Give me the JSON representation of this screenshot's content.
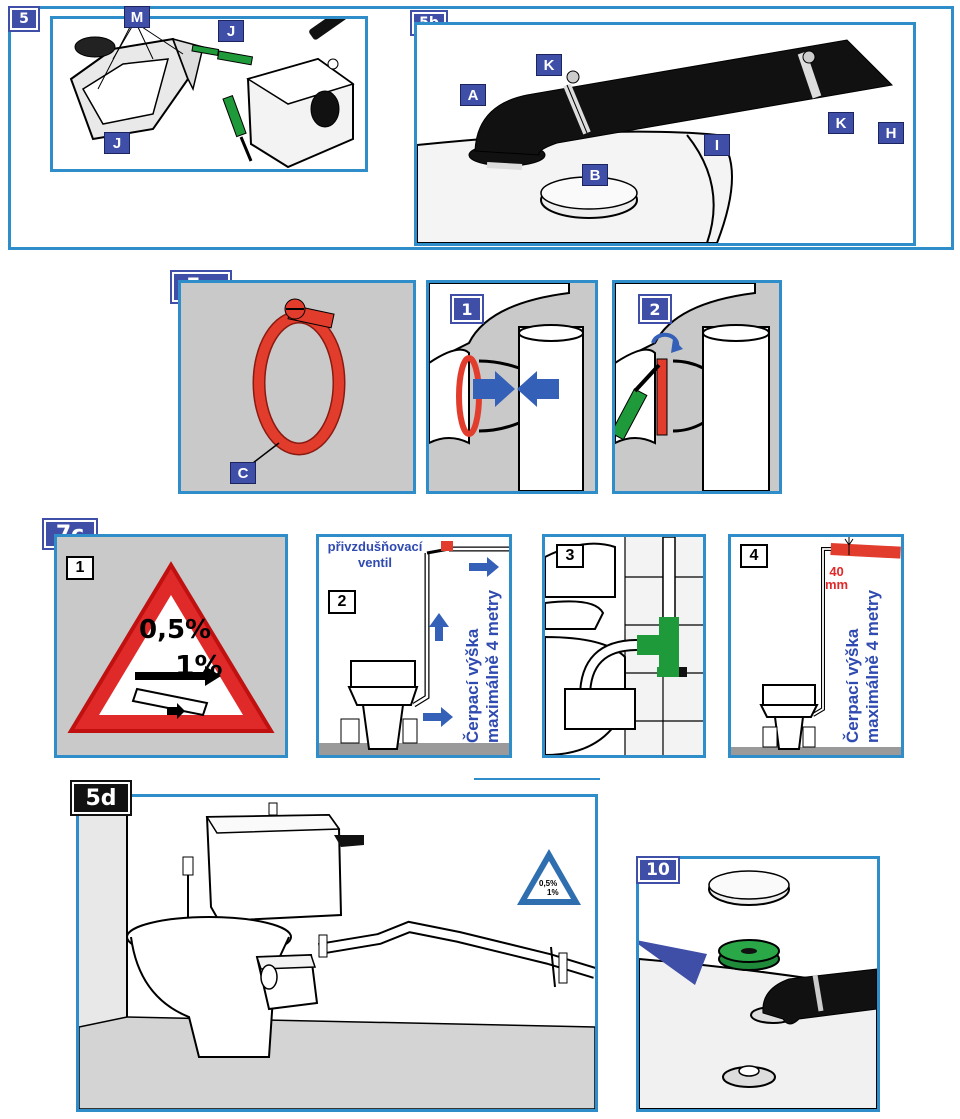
{
  "fig5": {
    "tag": "5",
    "labels": {
      "m": "M",
      "j1": "J",
      "j2": "J"
    }
  },
  "fig5b": {
    "tag": "5b",
    "labels": {
      "a": "A",
      "k1": "K",
      "k2": "K",
      "i": "I",
      "h": "H",
      "b": "B"
    }
  },
  "fig5a": {
    "tag": "5a",
    "label_c": "C",
    "step1": "1",
    "step2": "2"
  },
  "fig7c": {
    "tag": "7c",
    "panel1": {
      "num": "1",
      "slope_min": "0,5%",
      "slope_max": "1%"
    },
    "panel2": {
      "num": "2",
      "valve_label_line1": "přivzdušňovací",
      "valve_label_line2": "ventil",
      "height_line1": "Čerpací výška",
      "height_line2": "maximálně 4 metry"
    },
    "panel3": {
      "num": "3"
    },
    "panel4": {
      "num": "4",
      "gap_value": "40",
      "gap_unit": "mm",
      "height_line1": "Čerpací výška",
      "height_line2": "maximálně 4 metry"
    }
  },
  "fig5d": {
    "tag": "5d",
    "sign_min": "0,5%",
    "sign_max": "1%"
  },
  "fig10": {
    "tag": "10"
  },
  "colors": {
    "frame": "#2f8ec9",
    "label_bg": "#3f4fa8",
    "clamp_red": "#e23c2c",
    "tool_green": "#1f9a3a",
    "arrow_blue": "#3560b8",
    "panel_gray": "#c9c9c9"
  }
}
